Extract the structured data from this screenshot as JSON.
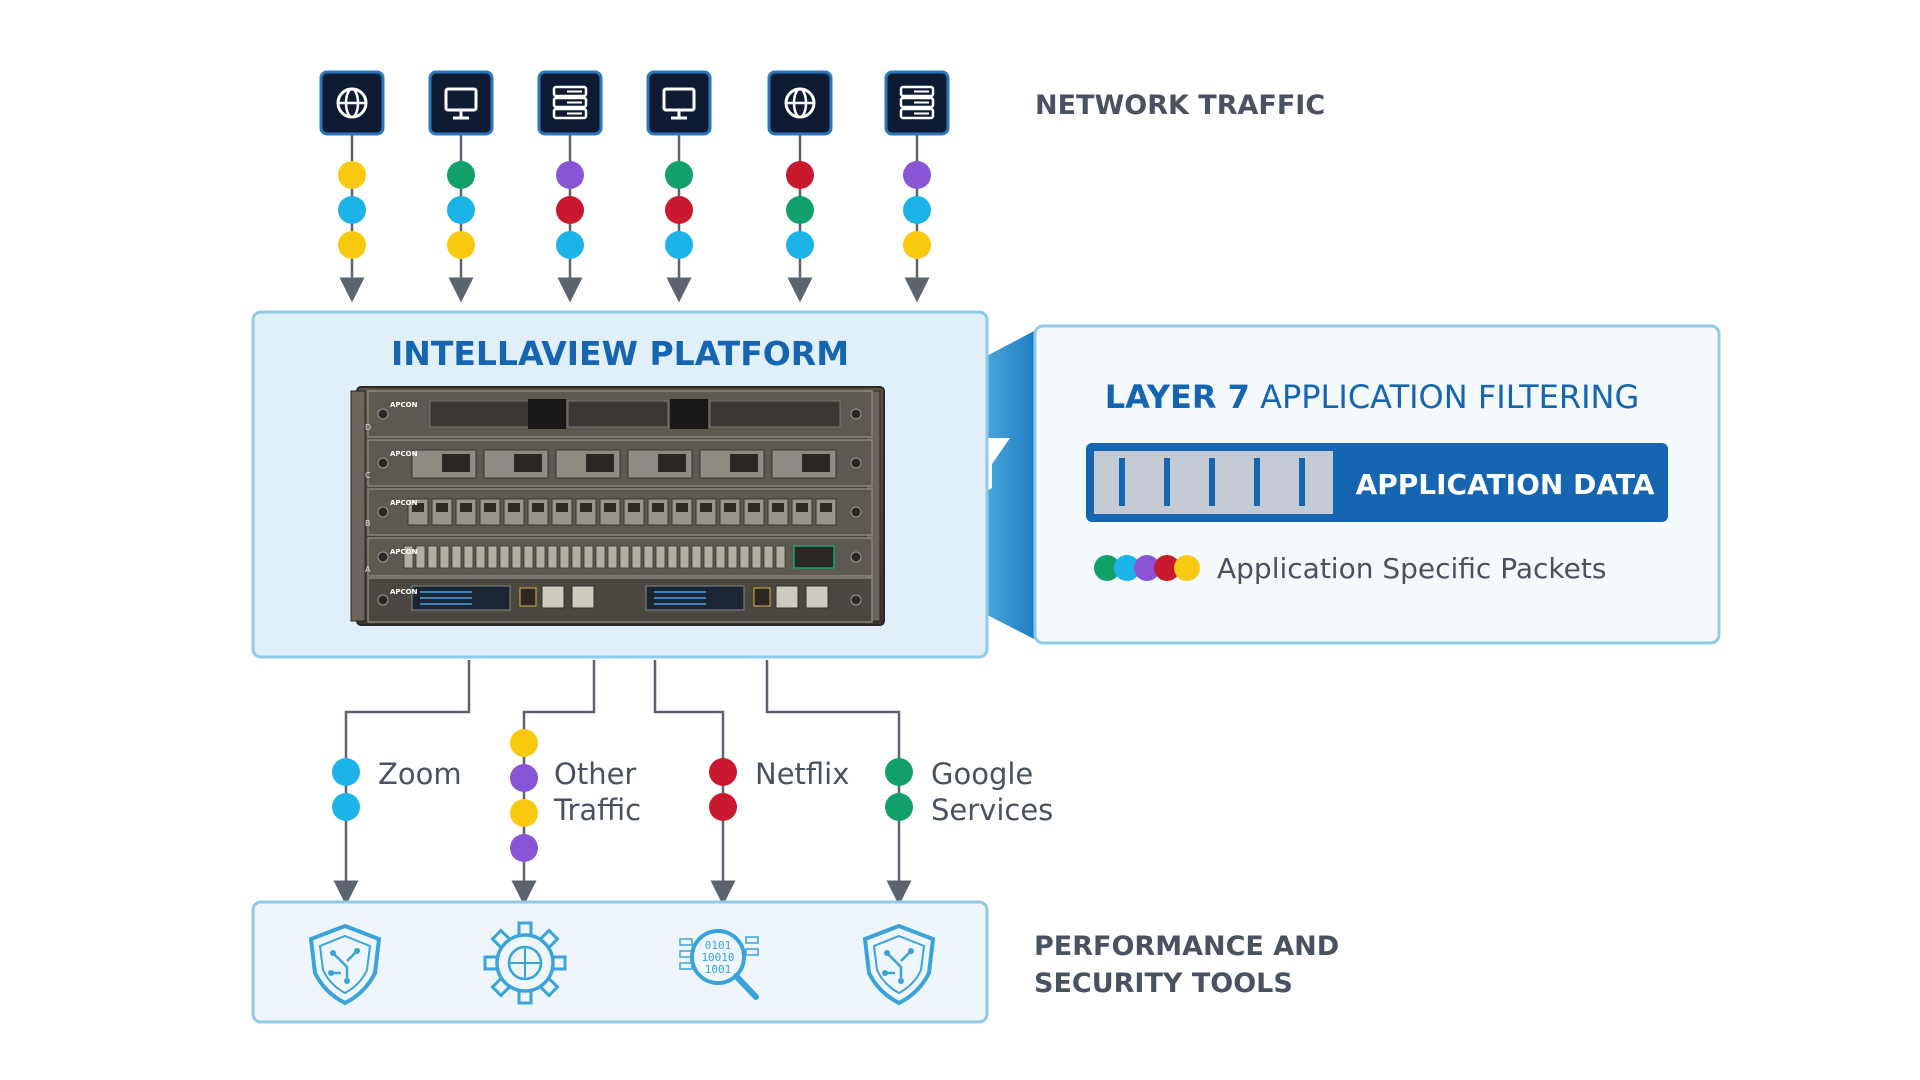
{
  "network_traffic": {
    "title": "NETWORK TRAFFIC",
    "sources": [
      {
        "icon": "globe-icon",
        "packets": [
          "yellow",
          "cyan",
          "yellow"
        ]
      },
      {
        "icon": "monitor-icon",
        "packets": [
          "green",
          "cyan",
          "yellow"
        ]
      },
      {
        "icon": "server-icon",
        "packets": [
          "purple",
          "red",
          "cyan"
        ]
      },
      {
        "icon": "monitor-icon",
        "packets": [
          "green",
          "red",
          "cyan"
        ]
      },
      {
        "icon": "globe-icon",
        "packets": [
          "red",
          "green",
          "cyan"
        ]
      },
      {
        "icon": "server-icon",
        "packets": [
          "purple",
          "cyan",
          "yellow"
        ]
      }
    ]
  },
  "platform": {
    "title": "INTELLAVIEW PLATFORM",
    "brand": "APCON",
    "slot_labels": [
      "D",
      "C",
      "B",
      "A"
    ]
  },
  "filtering": {
    "title_bold": "LAYER 7",
    "title_rest": " APPLICATION FILTERING",
    "bar_label": "APPLICATION DATA",
    "legend_label": "Application Specific Packets",
    "legend_packets": [
      "green",
      "cyan",
      "purple",
      "red",
      "yellow"
    ],
    "icon": "search-filter-icon"
  },
  "outputs": [
    {
      "label_lines": [
        "Zoom"
      ],
      "packets": [
        "cyan",
        "cyan"
      ]
    },
    {
      "label_lines": [
        "Other",
        "Traffic"
      ],
      "packets": [
        "yellow",
        "purple",
        "yellow",
        "purple"
      ]
    },
    {
      "label_lines": [
        "Netflix"
      ],
      "packets": [
        "red",
        "red"
      ]
    },
    {
      "label_lines": [
        "Google",
        "Services"
      ],
      "packets": [
        "green",
        "green"
      ]
    }
  ],
  "tools": {
    "title_lines": [
      "PERFORMANCE AND",
      "SECURITY TOOLS"
    ],
    "icons": [
      "shield-circuit-icon",
      "gear-circuit-icon",
      "binary-search-icon",
      "shield-circuit-icon"
    ]
  },
  "colors": {
    "yellow": "#f9c90f",
    "cyan": "#1cb4e8",
    "green": "#12a06a",
    "purple": "#8755d6",
    "red": "#c8192f",
    "brand_blue": "#1565b0",
    "dark_navy": "#0e1b33",
    "gray_text": "#4a5261",
    "arrow_gray": "#5c6470",
    "panel_fill": "#e1eff9",
    "panel_border": "#8fcbe6"
  }
}
